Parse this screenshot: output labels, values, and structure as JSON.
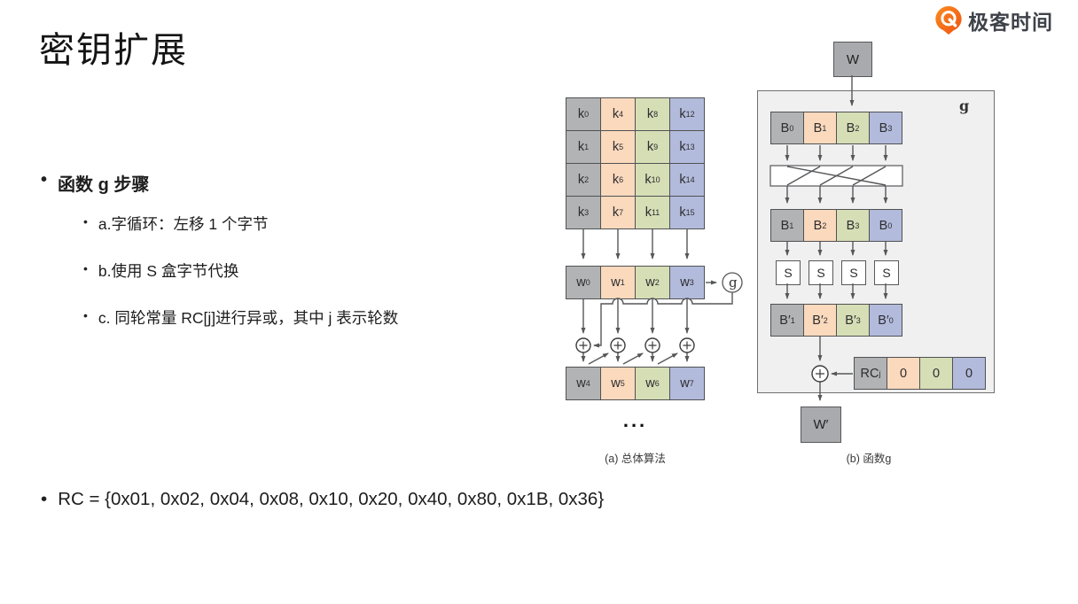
{
  "header": {
    "logo_text": "极客时间",
    "logo_color": "#f26b1d"
  },
  "title": "密钥扩展",
  "content": {
    "heading_bullet": "函数 g 步骤",
    "sub_bullets": [
      "a.字循环：左移 1 个字节",
      "b.使用 S 盒字节代换",
      "c. 同轮常量 RC[j]进行异或，其中 j 表示轮数"
    ],
    "rc_line": "RC = {0x01, 0x02, 0x04, 0x08, 0x10, 0x20, 0x40, 0x80, 0x1B, 0x36}"
  },
  "diagram_a": {
    "caption": "(a) 总体算法",
    "ellipsis": "...",
    "g_label": "g",
    "k_grid": [
      {
        "base": "k",
        "sub": "0",
        "color": "gray"
      },
      {
        "base": "k",
        "sub": "4",
        "color": "peach"
      },
      {
        "base": "k",
        "sub": "8",
        "color": "green"
      },
      {
        "base": "k",
        "sub": "12",
        "color": "blue"
      },
      {
        "base": "k",
        "sub": "1",
        "color": "gray"
      },
      {
        "base": "k",
        "sub": "5",
        "color": "peach"
      },
      {
        "base": "k",
        "sub": "9",
        "color": "green"
      },
      {
        "base": "k",
        "sub": "13",
        "color": "blue"
      },
      {
        "base": "k",
        "sub": "2",
        "color": "gray"
      },
      {
        "base": "k",
        "sub": "6",
        "color": "peach"
      },
      {
        "base": "k",
        "sub": "10",
        "color": "green"
      },
      {
        "base": "k",
        "sub": "14",
        "color": "blue"
      },
      {
        "base": "k",
        "sub": "3",
        "color": "gray"
      },
      {
        "base": "k",
        "sub": "7",
        "color": "peach"
      },
      {
        "base": "k",
        "sub": "11",
        "color": "green"
      },
      {
        "base": "k",
        "sub": "15",
        "color": "blue"
      }
    ],
    "w_row1": [
      {
        "base": "w",
        "sub": "0",
        "color": "gray"
      },
      {
        "base": "w",
        "sub": "1",
        "color": "peach"
      },
      {
        "base": "w",
        "sub": "2",
        "color": "green"
      },
      {
        "base": "w",
        "sub": "3",
        "color": "blue"
      }
    ],
    "w_row2": [
      {
        "base": "w",
        "sub": "4",
        "color": "gray"
      },
      {
        "base": "w",
        "sub": "5",
        "color": "peach"
      },
      {
        "base": "w",
        "sub": "6",
        "color": "green"
      },
      {
        "base": "w",
        "sub": "7",
        "color": "blue"
      }
    ]
  },
  "diagram_b": {
    "caption": "(b) 函数g",
    "input_label": "W",
    "output_label": "W′",
    "box_label": "g",
    "row1": [
      {
        "base": "B",
        "sub": "0",
        "color": "gray"
      },
      {
        "base": "B",
        "sub": "1",
        "color": "peach"
      },
      {
        "base": "B",
        "sub": "2",
        "color": "green"
      },
      {
        "base": "B",
        "sub": "3",
        "color": "blue"
      }
    ],
    "row2": [
      {
        "base": "B",
        "sub": "1",
        "color": "gray"
      },
      {
        "base": "B",
        "sub": "2",
        "color": "peach"
      },
      {
        "base": "B",
        "sub": "3",
        "color": "green"
      },
      {
        "base": "B",
        "sub": "0",
        "color": "blue"
      }
    ],
    "s_labels": [
      "S",
      "S",
      "S",
      "S"
    ],
    "row3": [
      {
        "base": "B′",
        "sub": "1",
        "color": "gray"
      },
      {
        "base": "B′",
        "sub": "2",
        "color": "peach"
      },
      {
        "base": "B′",
        "sub": "3",
        "color": "green"
      },
      {
        "base": "B′",
        "sub": "0",
        "color": "blue"
      }
    ],
    "rc_row": [
      {
        "base": "RC",
        "sub": "j",
        "color": "gray"
      },
      {
        "base": "0",
        "sub": "",
        "color": "peach"
      },
      {
        "base": "0",
        "sub": "",
        "color": "green"
      },
      {
        "base": "0",
        "sub": "",
        "color": "blue"
      }
    ]
  },
  "colors": {
    "gray": "#b2b3b5",
    "peach": "#fad9bd",
    "green": "#d6deb6",
    "blue": "#b3bbdc",
    "line": "#565759",
    "accent_orange": "#f26b1d"
  }
}
